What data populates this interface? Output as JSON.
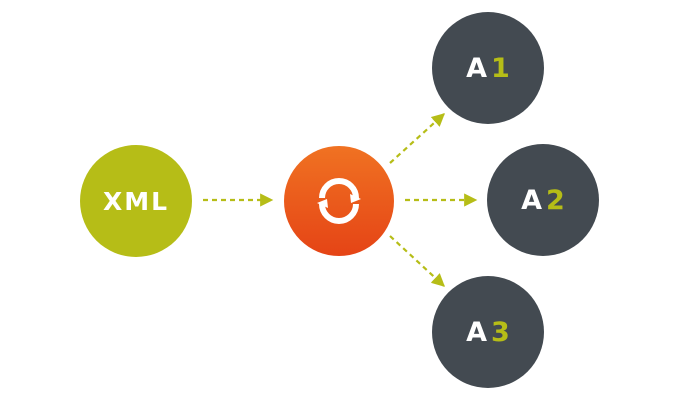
{
  "colors": {
    "source_fill": "#b6bd17",
    "hub_fill_top": "#f07222",
    "hub_fill_bottom": "#e54416",
    "target_fill": "#434a51",
    "target_number": "#b6bd17",
    "arrow": "#b6bd17"
  },
  "source": {
    "label": "XML"
  },
  "hub": {
    "icon": "circular-arrows-icon"
  },
  "targets": [
    {
      "letter": "A",
      "number": "1"
    },
    {
      "letter": "A",
      "number": "2"
    },
    {
      "letter": "A",
      "number": "3"
    }
  ]
}
